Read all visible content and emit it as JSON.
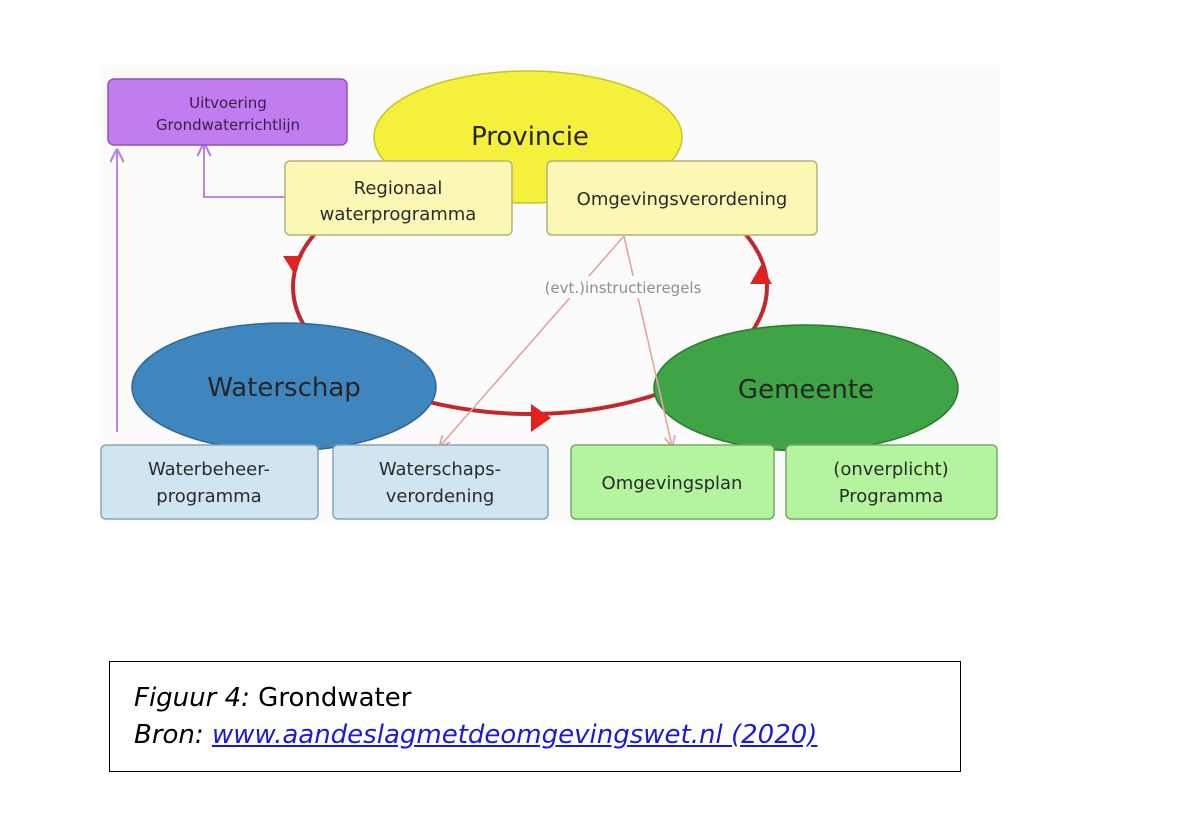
{
  "diagram": {
    "provincie": "Provincie",
    "waterschap": "Waterschap",
    "gemeente": "Gemeente",
    "uitvoering_line1": "Uitvoering",
    "uitvoering_line2": "Grondwaterrichtlijn",
    "regionaal_line1": "Regionaal",
    "regionaal_line2": "waterprogramma",
    "omgevingsverordening": "Omgevingsverordening",
    "instructieregels": "(evt.)instructieregels",
    "waterbeheer_line1": "Waterbeheer-",
    "waterbeheer_line2": "programma",
    "waterschaps_line1": "Waterschaps-",
    "waterschaps_line2": "verordening",
    "omgevingsplan": "Omgevingsplan",
    "programma_line1": "(onverplicht)",
    "programma_line2": "Programma"
  },
  "colors": {
    "provincie_fill": "#f5f03c",
    "waterschap_fill": "#3f86bf",
    "gemeente_fill": "#3ea446",
    "purple_box": "#c17cf0",
    "purple_line": "#b983ea",
    "yellow_box": "#fbf7b4",
    "blue_box": "#cfe5f1",
    "green_box": "#b5f49f",
    "cycle_red": "#c2272d",
    "link_pink": "#e6a3a3"
  },
  "caption": {
    "label": "Figuur 4:",
    "title": "Grondwater",
    "source_label": "Bron:",
    "source_link": "www.aandeslagmetdeomgevingswet.nl (2020)"
  }
}
